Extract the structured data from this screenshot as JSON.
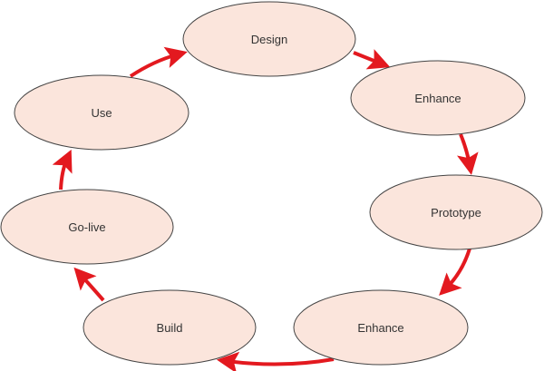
{
  "diagram": {
    "title": "Iterative development cycle",
    "colors": {
      "node_fill": "#fbe5dc",
      "node_stroke": "#444444",
      "arrow": "#e3191f",
      "text": "#333333"
    },
    "nodes": [
      {
        "id": "design",
        "label": "Design"
      },
      {
        "id": "enhance1",
        "label": "Enhance"
      },
      {
        "id": "prototype",
        "label": "Prototype"
      },
      {
        "id": "enhance2",
        "label": "Enhance"
      },
      {
        "id": "build",
        "label": "Build"
      },
      {
        "id": "golive",
        "label": "Go-live"
      },
      {
        "id": "use",
        "label": "Use"
      }
    ],
    "edges": [
      {
        "from": "design",
        "to": "enhance1"
      },
      {
        "from": "enhance1",
        "to": "prototype"
      },
      {
        "from": "prototype",
        "to": "enhance2"
      },
      {
        "from": "enhance2",
        "to": "build"
      },
      {
        "from": "build",
        "to": "golive"
      },
      {
        "from": "golive",
        "to": "use"
      },
      {
        "from": "use",
        "to": "design"
      }
    ]
  }
}
